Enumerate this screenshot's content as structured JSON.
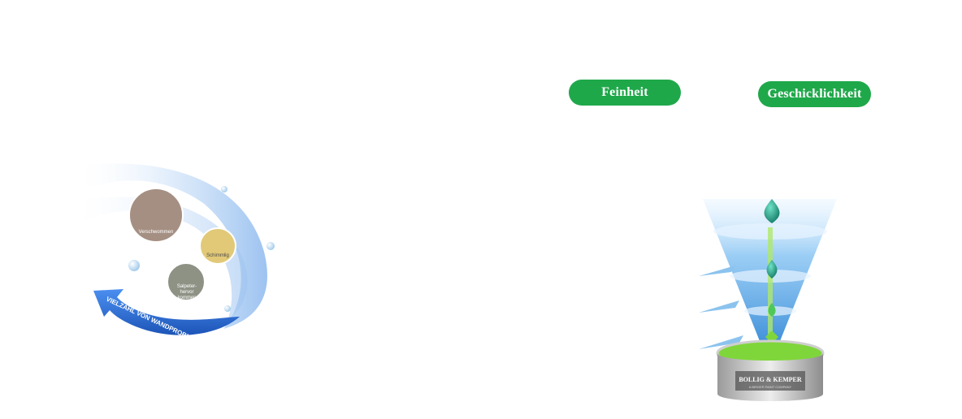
{
  "badges": {
    "fineness": "Feinheit",
    "dexterity": "Geschicklichkeit"
  },
  "wall_problems": {
    "arrow_caption": "VIELZAHL VON WANDPROBLEMEN LÖSEN",
    "swatches": [
      {
        "label": "Verschwommen"
      },
      {
        "label": "Schimmlig"
      },
      {
        "label": "Salpeter­hervor kommen"
      }
    ]
  },
  "paint_can": {
    "brand": "BOLLIG & KEMPER",
    "tagline": "A BIRGER PAINT COMPANY"
  },
  "colors": {
    "badge_green": "#1fa84a",
    "arrow_blue": "#2f6fd6",
    "paint_green": "#7fd63a",
    "drop_teal": "#1f8f7a"
  }
}
